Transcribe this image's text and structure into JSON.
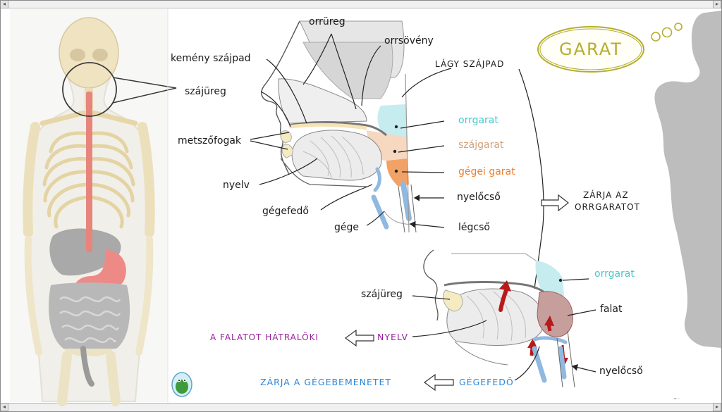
{
  "title": "GARAT",
  "upper_diagram": {
    "orrureg": "orrüreg",
    "orrsoveny": "orrsövény",
    "kemeny_szajpad": "kemény szájpad",
    "lagy_szajpad": "LÁGY SZÁJPAD",
    "szajureg": "szájüreg",
    "metszofogak": "metszőfogak",
    "nyelv": "nyelv",
    "gegefedo": "gégefedő",
    "gege": "gége",
    "orrgarat": "orrgarat",
    "szajgarat": "szájgarat",
    "gegei_garat": "gégei garat",
    "nyelocso": "nyelőcső",
    "legcso": "légcső",
    "closes_nasopharynx_line1": "ZÁRJA AZ",
    "closes_nasopharynx_line2": "ORRGARATOT"
  },
  "lower_diagram": {
    "orrgarat": "orrgarat",
    "szajureg": "szájüreg",
    "falat": "falat",
    "nyelv": "NYELV",
    "pushes_bolus": "A FALATOT HÁTRALÖKI",
    "gegefedo": "GÉGEFEDŐ",
    "closes_larynx": "ZÁRJA A GÉGEBEMENETET",
    "nyelocso": "nyelőcső"
  },
  "colors": {
    "nasopharynx": "#c6ecef",
    "oropharynx": "#f6d7bf",
    "laryngopharynx": "#f2a266",
    "blue_text": "#4bc6cc",
    "tan_text": "#d1a27d",
    "orange_text": "#ef7f2c",
    "purple": "#9a1f9c",
    "blue": "#2b86d8",
    "title_olive": "#b5ad2b",
    "silhouette": "#bdbdbd"
  }
}
